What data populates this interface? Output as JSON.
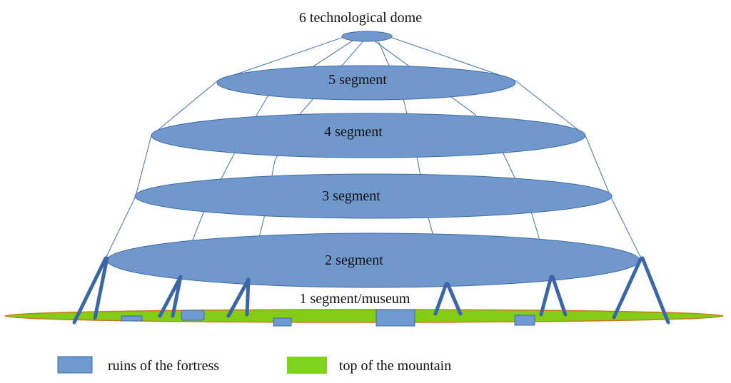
{
  "diagram": {
    "labels": {
      "dome": "6 technological dome",
      "segment5": "5 segment",
      "segment4": "4 segment",
      "segment3": "3 segment",
      "segment2": "2 segment",
      "segment1": "1 segment/museum"
    },
    "colors": {
      "segment_fill": "#7098cc",
      "segment_stroke": "#3d6aa8",
      "mountain_fill": "#84cc16",
      "mountain_stroke": "#c9781a",
      "ruin_fill": "#6f9ad0",
      "ruin_stroke": "#3d6aa8"
    }
  },
  "legend": {
    "items": [
      {
        "label": "ruins of the fortress",
        "color": "#6f9ad0"
      },
      {
        "label": "top of the mountain",
        "color": "#7ed321"
      }
    ]
  }
}
